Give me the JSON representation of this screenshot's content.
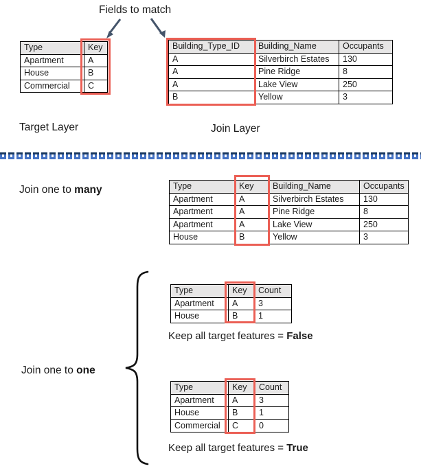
{
  "labels": {
    "fields_to_match": "Fields to match",
    "target_layer": "Target Layer",
    "join_layer": "Join Layer",
    "join_prefix": "Join one to ",
    "many_bold": "many",
    "one_bold": "one",
    "keep_prefix": "Keep all target features = ",
    "keep_false_bold": "False",
    "keep_true_bold": "True"
  },
  "colors": {
    "highlight_red": "#eb5f55",
    "header_gray": "#e7e6e6",
    "arrow_navy": "#44546a",
    "divider_blue": "#4472c4",
    "divider_navy": "#17375e",
    "text_black": "#1a1a1a"
  },
  "tables": {
    "target": {
      "headers": [
        "Type",
        "Key"
      ],
      "rows": [
        [
          "Apartment",
          "A"
        ],
        [
          "House",
          "B"
        ],
        [
          "Commercial",
          "C"
        ]
      ],
      "highlighted_column": "Key"
    },
    "join": {
      "headers": [
        "Building_Type_ID",
        "Building_Name",
        "Occupants"
      ],
      "rows": [
        [
          "A",
          "Silverbirch Estates",
          "130"
        ],
        [
          "A",
          "Pine Ridge",
          "8"
        ],
        [
          "A",
          "Lake View",
          "250"
        ],
        [
          "B",
          "Yellow",
          "3"
        ]
      ],
      "highlighted_column": "Building_Type_ID"
    },
    "one_to_many": {
      "headers": [
        "Type",
        "Key",
        "Building_Name",
        "Occupants"
      ],
      "rows": [
        [
          "Apartment",
          "A",
          "Silverbirch Estates",
          "130"
        ],
        [
          "Apartment",
          "A",
          "Pine Ridge",
          "8"
        ],
        [
          "Apartment",
          "A",
          "Lake View",
          "250"
        ],
        [
          "House",
          "B",
          "Yellow",
          "3"
        ]
      ],
      "highlighted_column": "Key"
    },
    "one_to_one_false": {
      "headers": [
        "Type",
        "Key",
        "Count"
      ],
      "rows": [
        [
          "Apartment",
          "A",
          "3"
        ],
        [
          "House",
          "B",
          "1"
        ]
      ],
      "highlighted_column": "Key"
    },
    "one_to_one_true": {
      "headers": [
        "Type",
        "Key",
        "Count"
      ],
      "rows": [
        [
          "Apartment",
          "A",
          "3"
        ],
        [
          "House",
          "B",
          "1"
        ],
        [
          "Commercial",
          "C",
          "0"
        ]
      ],
      "highlighted_column": "Key"
    }
  }
}
